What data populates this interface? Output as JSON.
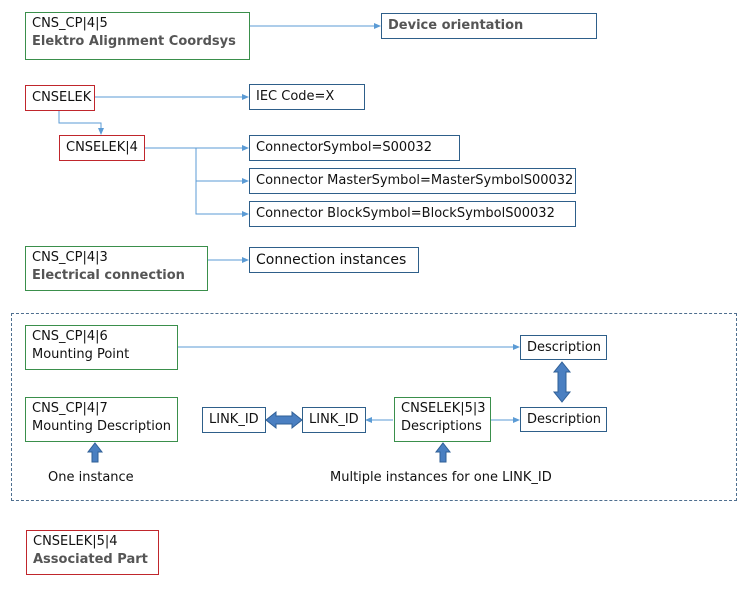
{
  "colors": {
    "green_border": "#3a8f4b",
    "red_border": "#c0262c",
    "blue_border": "#2e5f8a",
    "connector": "#5b9bd5",
    "frame": "#4f6f8f"
  },
  "top": {
    "orientation": {
      "code": "CNS_CP|4|5",
      "label": "Elektro Alignment Coordsys"
    },
    "device_orientation": "Device orientation"
  },
  "cnselek": {
    "root": "CNSELEK",
    "iec_code": "IEC Code=X",
    "sub": "CNSELEK|4",
    "symbols": [
      "ConnectorSymbol=S00032",
      "Connector MasterSymbol=MasterSymbolS00032",
      "Connector BlockSymbol=BlockSymbolS00032"
    ]
  },
  "connection": {
    "code": "CNS_CP|4|3",
    "label": "Electrical connection",
    "instances": "Connection instances"
  },
  "mounting": {
    "point": {
      "code": "CNS_CP|4|6",
      "label": "Mounting Point"
    },
    "point_description": "Description",
    "desc": {
      "code": "CNS_CP|4|7",
      "label": "Mounting Description"
    },
    "link_left": "LINK_ID",
    "link_right": "LINK_ID",
    "descriptions": {
      "code": "CNSELEK|5|3",
      "label": "Descriptions"
    },
    "desc_description": "Description",
    "one_instance": "One instance",
    "multiple_instances": "Multiple instances for one LINK_ID"
  },
  "associated": {
    "code": "CNSELEK|5|4",
    "label": "Associated Part"
  }
}
